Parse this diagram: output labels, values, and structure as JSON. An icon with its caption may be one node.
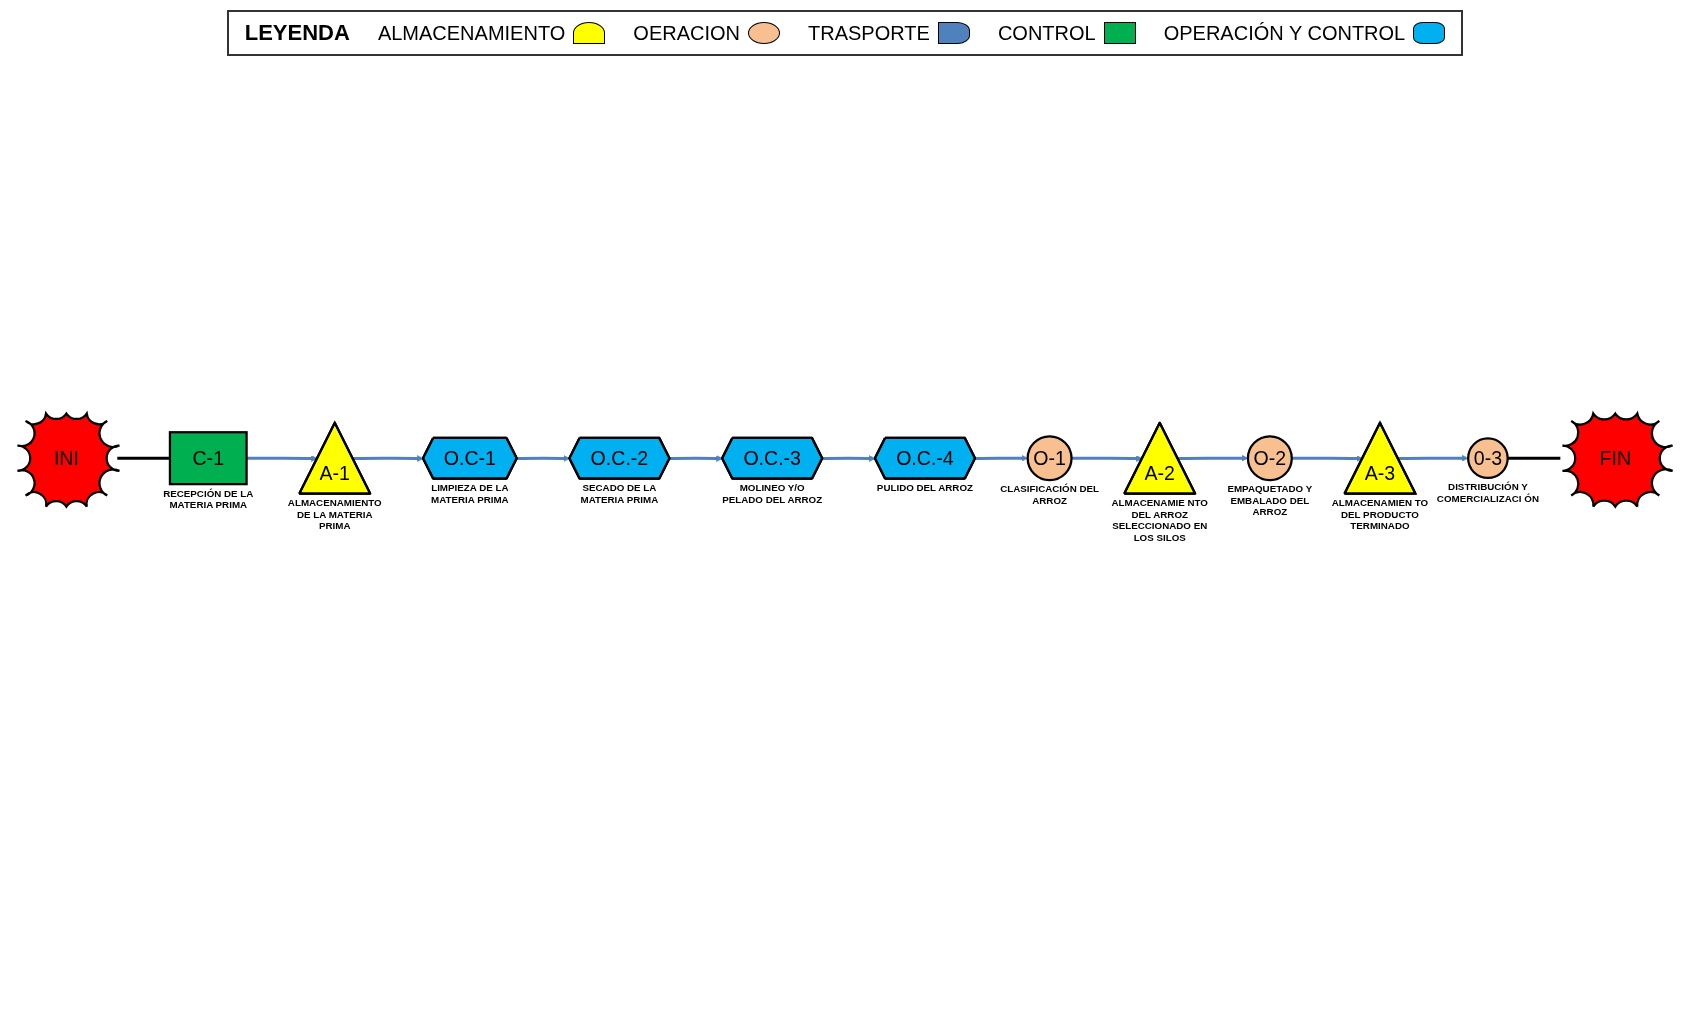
{
  "diagram": {
    "nodes": [
      {
        "text": [
          "INI"
        ]
      },
      {
        "text": [
          "C-1"
        ],
        "beside": [
          "RECEPCIÓN DE LA MATERIA PRIMA"
        ]
      },
      {
        "text": [
          "A-1"
        ],
        "beside": [
          "ALMACENAMIENTO DE LA MATERIA PRIMA"
        ]
      },
      {
        "text": [
          "O.C-1"
        ],
        "beside": [
          "LIMPIEZA DE LA MATERIA PRIMA"
        ]
      },
      {
        "text": [
          "O.C.-2"
        ],
        "beside": [
          "SECADO DE LA MATERIA PRIMA"
        ]
      },
      {
        "text": [
          "O.C.-3"
        ],
        "beside": [
          "MOLINEO Y/O PELADO DEL ARROZ"
        ]
      },
      {
        "text": [
          "O.C.-4"
        ],
        "beside": [
          "PULIDO DEL ARROZ"
        ]
      },
      {
        "text": [
          "O-1"
        ],
        "beside": [
          "CLASIFICACIÓN DEL ARROZ"
        ]
      },
      {
        "text": [
          "A-2"
        ],
        "beside": [
          "ALMACENAMIE NTO DEL ARROZ SELECCIONADO EN LOS SILOS"
        ]
      },
      {
        "text": [
          "O-2"
        ],
        "beside": [
          "EMPAQUETADO Y EMBALADO DEL ARROZ"
        ]
      },
      {
        "text": [
          "A-3"
        ],
        "beside": [
          "ALMACENAMIEN TO DEL PRODUCTO TERMINADO"
        ]
      },
      {
        "text": [
          "0-3"
        ],
        "beside": [
          "DISTRIBUCIÓN Y COMERCIALIZACI ÓN"
        ]
      },
      {
        "text": [
          "FIN"
        ]
      }
    ],
    "edges": [
      {
        "from": 0,
        "to": 1,
        "arrow": "none",
        "color": "#000000"
      },
      {
        "from": 1,
        "to": 2,
        "arrow": "to"
      },
      {
        "from": 2,
        "to": 3,
        "arrow": "to"
      },
      {
        "from": 3,
        "to": 4,
        "arrow": "to"
      },
      {
        "from": 4,
        "to": 5,
        "arrow": "to"
      },
      {
        "from": 5,
        "to": 6,
        "arrow": "to"
      },
      {
        "from": 6,
        "to": 7,
        "arrow": "to"
      },
      {
        "from": 7,
        "to": 8,
        "arrow": "to"
      },
      {
        "from": 8,
        "to": 9,
        "arrow": "to"
      },
      {
        "from": 9,
        "to": 10,
        "arrow": "to"
      },
      {
        "from": 10,
        "to": 11,
        "arrow": "to"
      },
      {
        "from": 11,
        "to": 12,
        "arrow": "none",
        "color": "#000000"
      }
    ],
    "labels": [
      "LEYENDA"
    ],
    "legend": [
      {
        "text": "ALMACENAMIENTO",
        "color": "#ffff00"
      },
      {
        "text": "OERACION",
        "color": "#f8c090"
      },
      {
        "text": "TRASPORTE",
        "color": "#4f81bd"
      },
      {
        "text": "CONTROL",
        "color": "#00b050"
      },
      {
        "text": "OPERACIÓN Y CONTROL",
        "color": "#00b0f0"
      }
    ]
  }
}
